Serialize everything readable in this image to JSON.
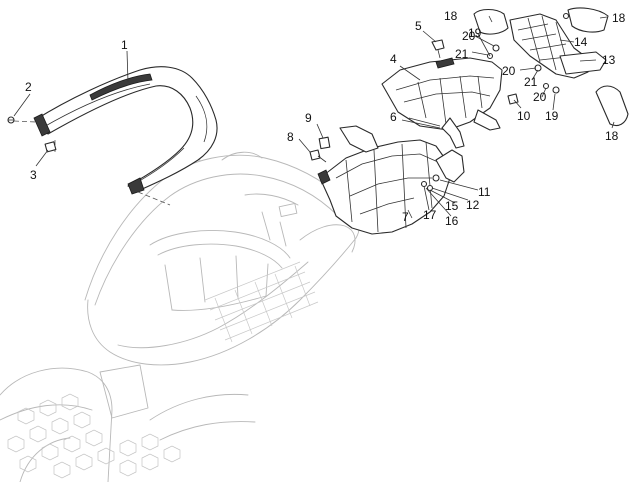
{
  "callouts": [
    {
      "id": "1",
      "text": "1"
    },
    {
      "id": "2",
      "text": "2"
    },
    {
      "id": "3",
      "text": "3"
    },
    {
      "id": "4",
      "text": "4"
    },
    {
      "id": "5",
      "text": "5"
    },
    {
      "id": "6",
      "text": "6"
    },
    {
      "id": "7",
      "text": "7"
    },
    {
      "id": "8",
      "text": "8"
    },
    {
      "id": "9",
      "text": "9"
    },
    {
      "id": "10",
      "text": "10"
    },
    {
      "id": "11",
      "text": "11"
    },
    {
      "id": "12",
      "text": "12"
    },
    {
      "id": "13",
      "text": "13"
    },
    {
      "id": "14",
      "text": "14"
    },
    {
      "id": "15",
      "text": "15"
    },
    {
      "id": "16",
      "text": "16"
    },
    {
      "id": "17",
      "text": "17"
    },
    {
      "id": "18a",
      "text": "18"
    },
    {
      "id": "18b",
      "text": "18"
    },
    {
      "id": "18c",
      "text": "18"
    },
    {
      "id": "19a",
      "text": "19"
    },
    {
      "id": "19b",
      "text": "19"
    },
    {
      "id": "20a",
      "text": "20"
    },
    {
      "id": "20b",
      "text": "20"
    },
    {
      "id": "20c",
      "text": "20"
    },
    {
      "id": "21a",
      "text": "21"
    },
    {
      "id": "21b",
      "text": "21"
    }
  ]
}
